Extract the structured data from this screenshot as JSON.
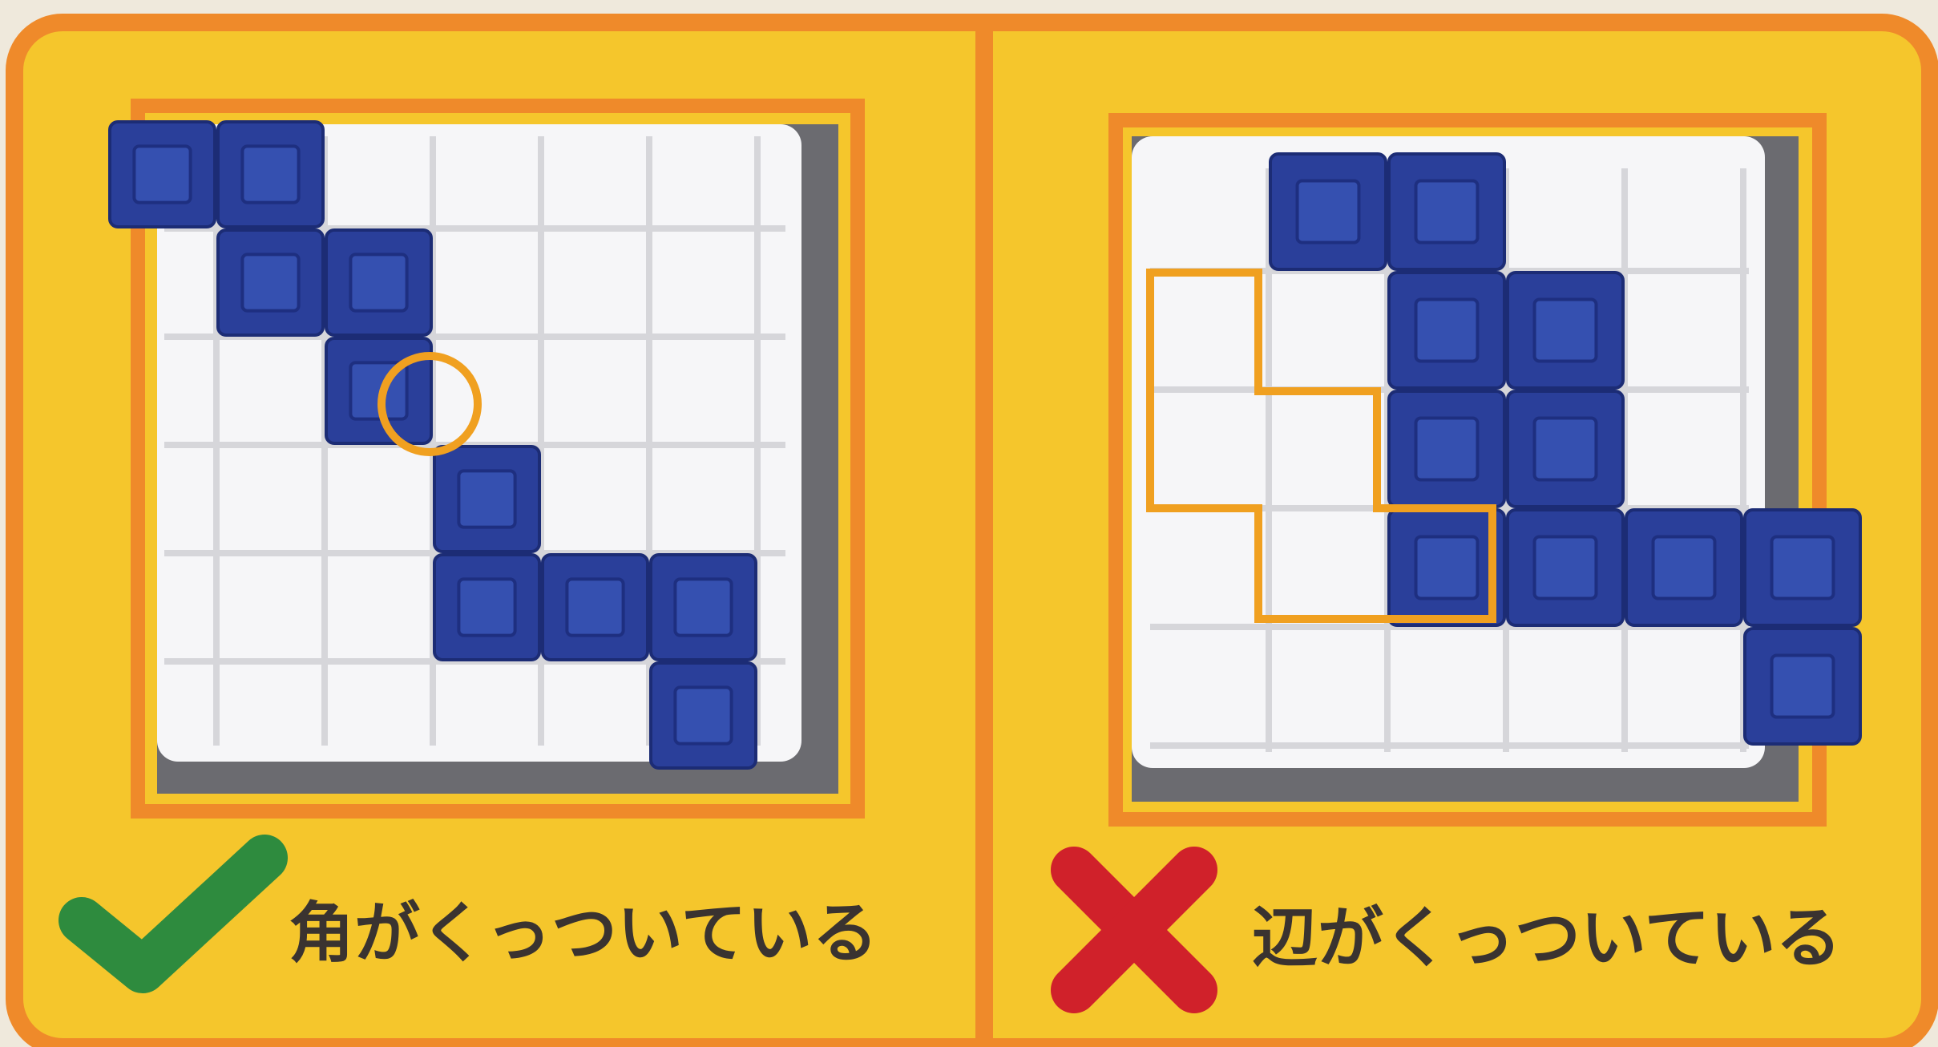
{
  "panels": [
    {
      "id": "correct",
      "mark": "check-mark-icon",
      "mark_color": "#2e8b3e",
      "caption": "角がくっついている",
      "tiles": [
        [
          0,
          0
        ],
        [
          0,
          1
        ],
        [
          1,
          1
        ],
        [
          1,
          2
        ],
        [
          2,
          2
        ],
        [
          3,
          3
        ],
        [
          4,
          3
        ],
        [
          4,
          4
        ],
        [
          4,
          5
        ],
        [
          5,
          5
        ]
      ],
      "highlight": "corner-touch-circle"
    },
    {
      "id": "incorrect",
      "mark": "cross-mark-icon",
      "mark_color": "#d0212a",
      "caption": "辺がくっついている",
      "tiles": [
        [
          0,
          1
        ],
        [
          0,
          2
        ],
        [
          1,
          2
        ],
        [
          1,
          3
        ],
        [
          2,
          2
        ],
        [
          2,
          3
        ],
        [
          3,
          2
        ],
        [
          3,
          3
        ],
        [
          3,
          4
        ],
        [
          3,
          5
        ],
        [
          4,
          5
        ]
      ],
      "highlight": "edge-touch-outline"
    }
  ],
  "colors": {
    "background_yellow": "#f5c62c",
    "border_orange": "#ef8a2a",
    "tile_blue": "#2a3f9a",
    "highlight_orange": "#f0a020",
    "grid_line": "#d6d6da",
    "board_white": "#f6f6f8"
  }
}
